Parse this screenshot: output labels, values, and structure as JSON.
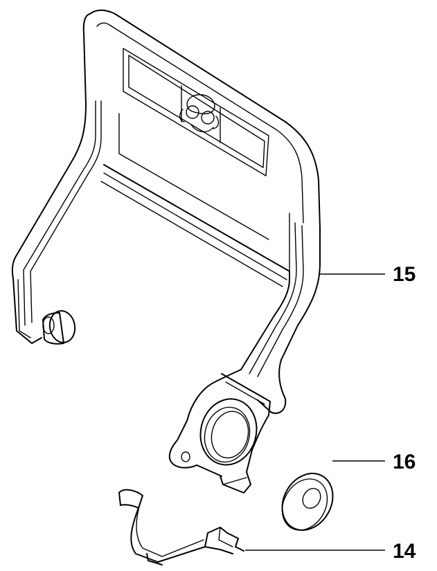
{
  "labels": {
    "part_15": "15",
    "part_16": "16",
    "part_14": "14"
  },
  "icons": {
    "decal": "face-symbol-icon"
  },
  "colors": {
    "line": "#000000",
    "background": "#ffffff"
  }
}
